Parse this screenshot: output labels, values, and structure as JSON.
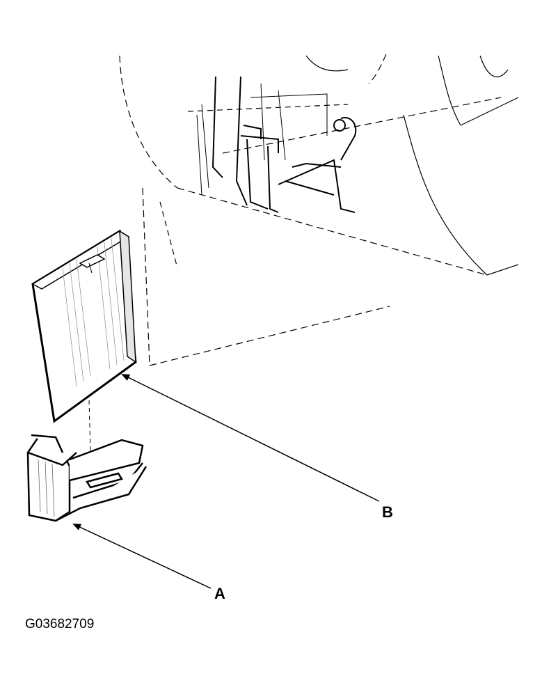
{
  "figure_id": "G03682709",
  "callouts": {
    "a": "A",
    "b": "B"
  },
  "colors": {
    "ink": "#000000",
    "paper": "#ffffff"
  }
}
